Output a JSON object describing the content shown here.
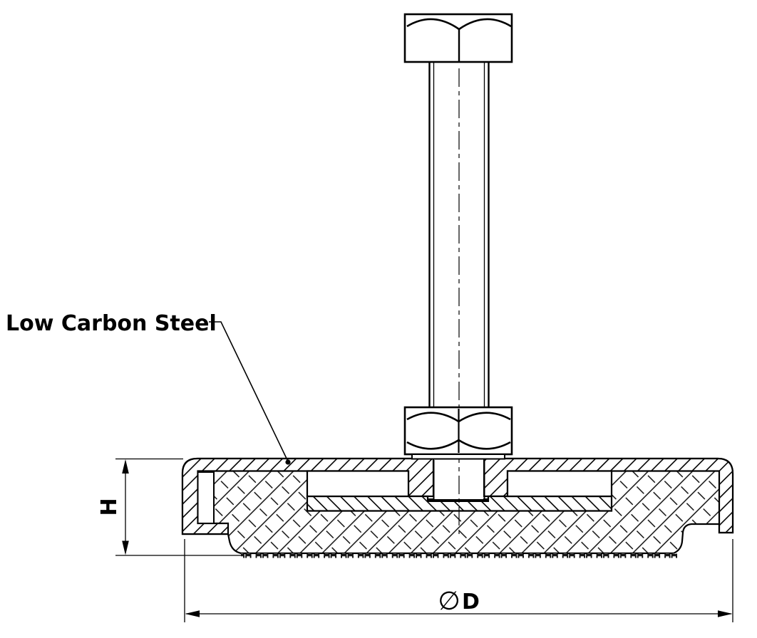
{
  "drawing": {
    "material_callout": "Low Carbon Steel",
    "height_dimension": "H",
    "diameter_symbol": "∅",
    "diameter_dimension": "D"
  },
  "colors": {
    "line": "#000000",
    "background": "#ffffff"
  }
}
